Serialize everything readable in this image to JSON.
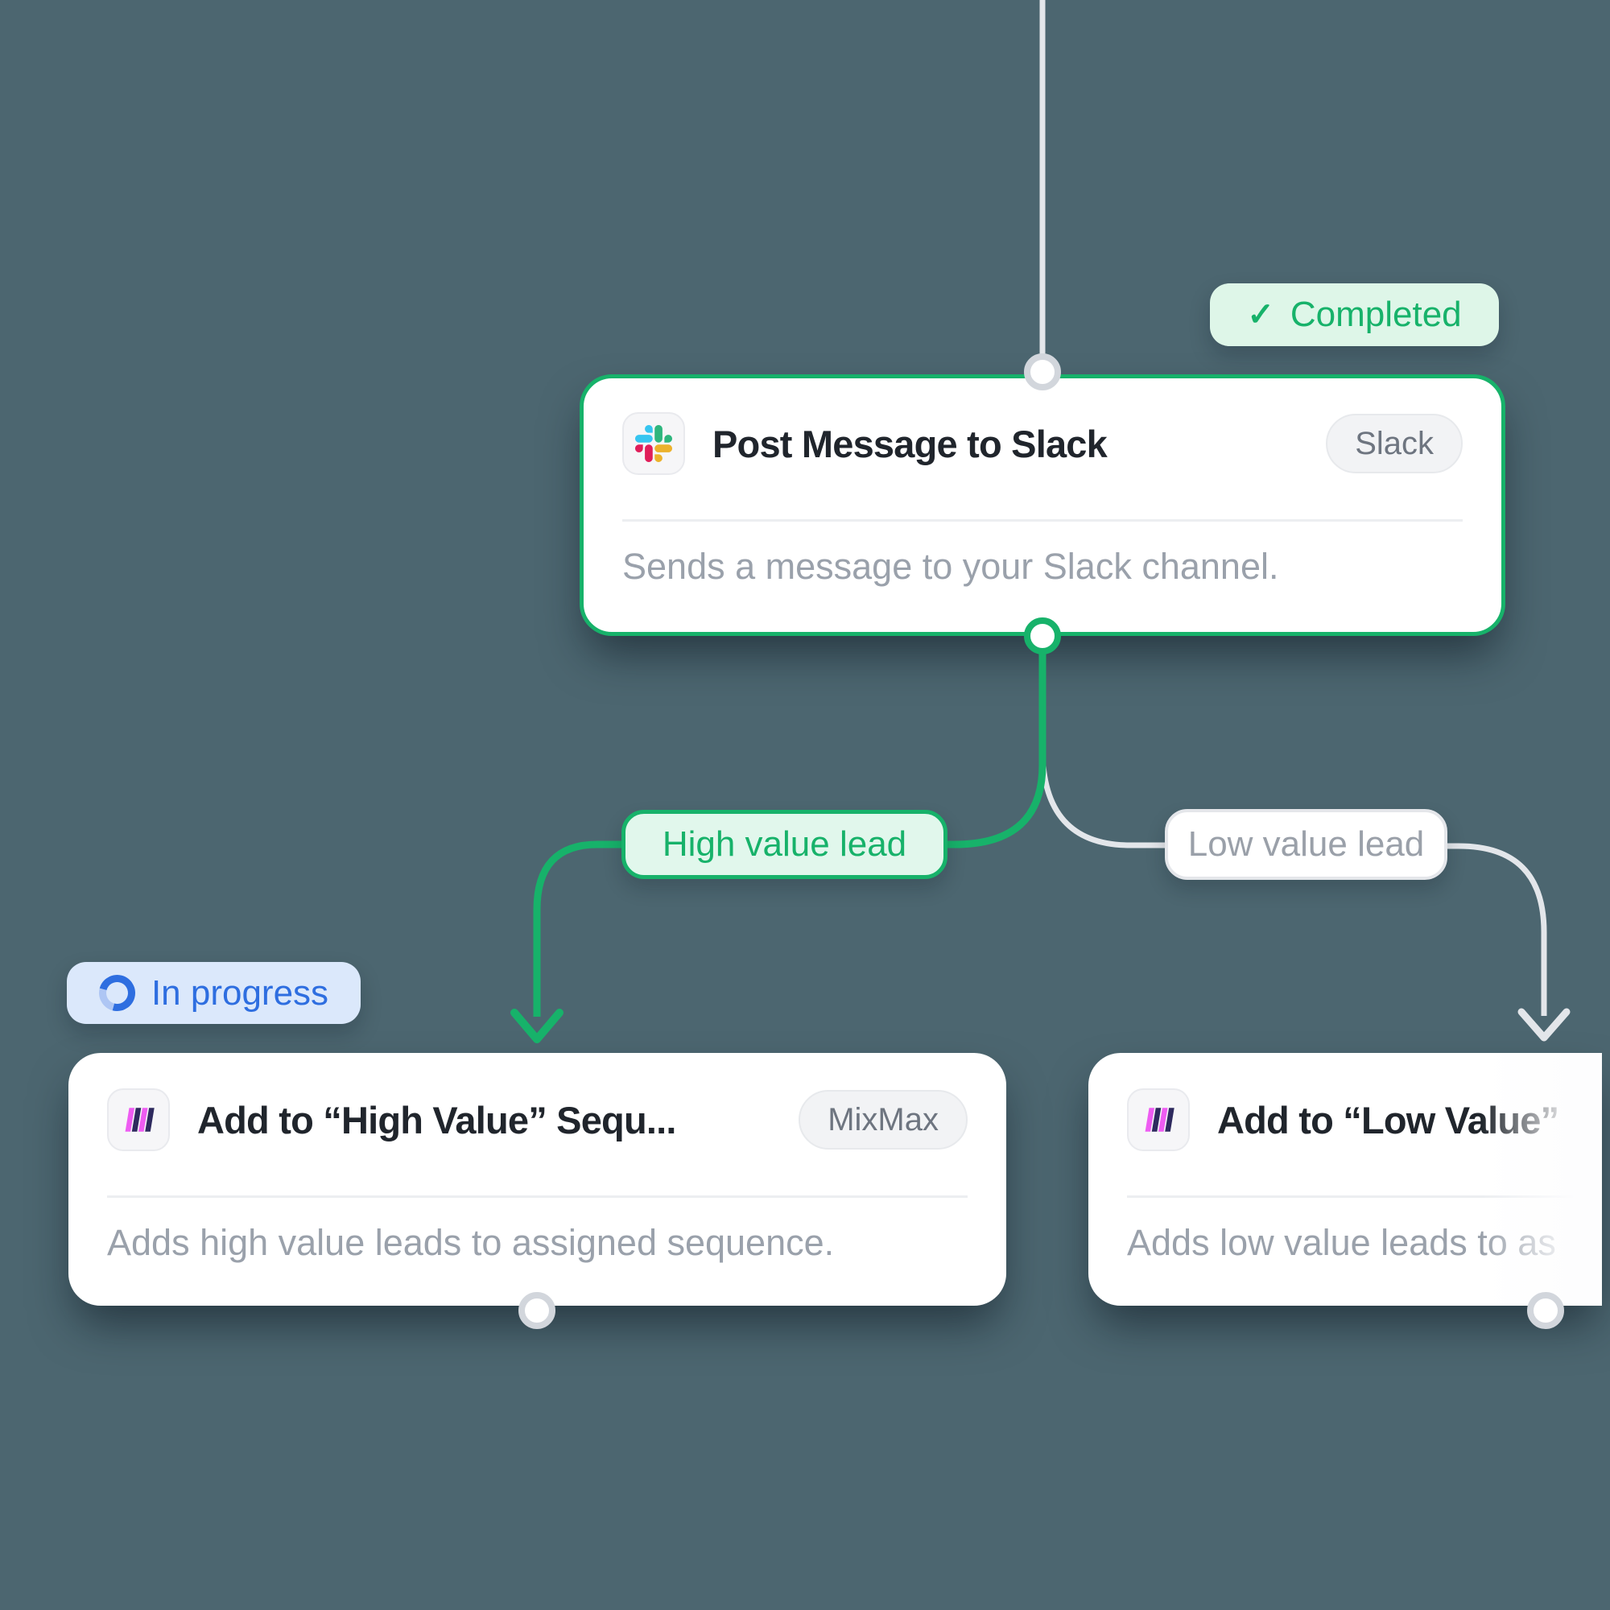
{
  "canvas": {
    "background_color": "#4c6670"
  },
  "top_node": {
    "status_badge": {
      "label": "Completed",
      "icon": "check"
    },
    "icon": "slack-logo",
    "title": "Post Message to Slack",
    "app_badge": "Slack",
    "description": "Sends a message to your Slack channel."
  },
  "branches": {
    "high": {
      "label": "High value lead",
      "color": "#17b26a"
    },
    "low": {
      "label": "Low value lead",
      "color": "#9aa0a9"
    }
  },
  "left_node": {
    "status_badge": {
      "label": "In progress",
      "icon": "spinner"
    },
    "icon": "mixmax-logo",
    "title": "Add to “High Value” Sequ...",
    "app_badge": "MixMax",
    "description": "Adds high value leads to assigned sequence."
  },
  "right_node": {
    "icon": "mixmax-logo",
    "title": "Add to “Low Value”",
    "description": "Adds low value leads to as"
  },
  "colors": {
    "canvas_bg": "#4c6670",
    "green": "#17b26a",
    "green_light": "#e1f7ec",
    "green_badge_bg": "#def6e8",
    "blue": "#2e6ee0",
    "blue_light": "#dbe8fb",
    "gray_line": "#e3e6ea",
    "gray_text": "#9aa1ab",
    "dark_text": "#20252c",
    "slack_blue": "#36C5F0",
    "slack_green": "#2EB67D",
    "slack_red": "#E01E5A",
    "slack_yellow": "#ECB22C",
    "mixmax_pink": "#ee5cf2",
    "mixmax_navy": "#2e2a5e"
  }
}
